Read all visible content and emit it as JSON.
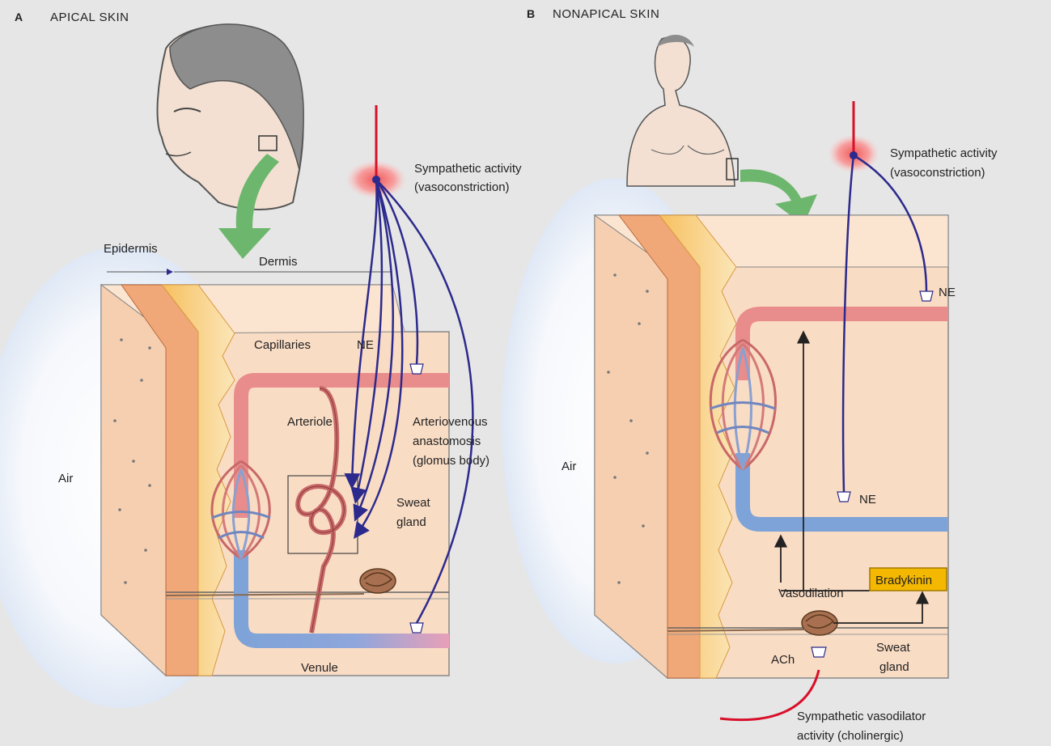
{
  "panel_a": {
    "letter": "A",
    "title": "APICAL SKIN",
    "labels": {
      "epidermis": "Epidermis",
      "dermis": "Dermis",
      "air": "Air",
      "capillaries": "Capillaries",
      "ne": "NE",
      "arteriole": "Arteriole",
      "ava_line1": "Arteriovenous",
      "ava_line2": "anastomosis",
      "ava_line3": "(glomus body)",
      "sweat_line1": "Sweat",
      "sweat_line2": "gland",
      "venule": "Venule",
      "symp_line1": "Sympathetic activity",
      "symp_line2": "(vasoconstriction)"
    }
  },
  "panel_b": {
    "letter": "B",
    "title": "NONAPICAL SKIN",
    "labels": {
      "air": "Air",
      "ne_top": "NE",
      "ne_mid": "NE",
      "symp_line1": "Sympathetic activity",
      "symp_line2": "(vasoconstriction)",
      "bradykinin": "Bradykinin",
      "vasodilation": "Vasodilation",
      "sweat_line1": "Sweat",
      "sweat_line2": "gland",
      "ach": "ACh",
      "vasodilator_line1": "Sympathetic vasodilator",
      "vasodilator_line2": "activity (cholinergic)"
    }
  },
  "colors": {
    "background": "#e6e6e6",
    "skin_block": "#f9dcc4",
    "epidermis": "#f0a878",
    "arterial": "#e98c8c",
    "venous": "#7ea3d8",
    "nerve": "#2c2a8c",
    "sympathetic_origin": "#d8102a",
    "arrow_green": "#6db66d",
    "bradykinin_box": "#f4b800"
  }
}
